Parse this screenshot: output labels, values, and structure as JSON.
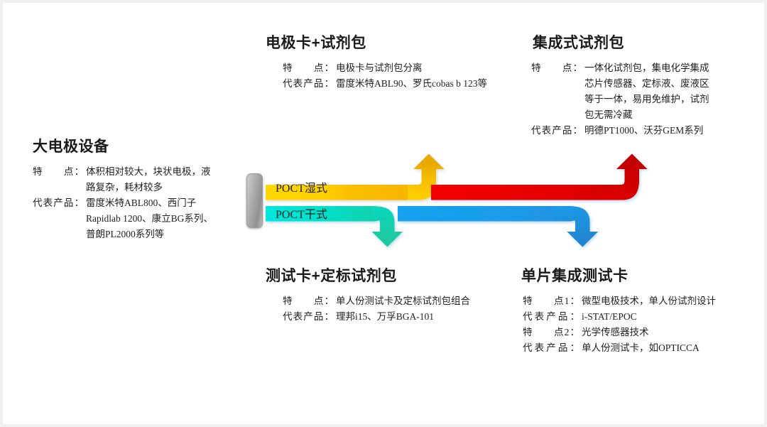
{
  "slide": {
    "background": "#ffffff",
    "border_color": "#f0f0f0"
  },
  "pipes": [
    {
      "key": "wet",
      "label": "POCT湿式",
      "start_color": "#ffd500",
      "end_color": "#e00000",
      "branch_up_color": "#ffc000",
      "branch_up_target": "电极卡+试剂包",
      "branch_end_color": "#c00000",
      "branch_end_target": "集成式试剂包"
    },
    {
      "key": "dry",
      "label": "POCT干式",
      "start_color": "#00e5d0",
      "end_color": "#1a9ee8",
      "branch_down_color": "#17cdb0",
      "branch_down_target": "测试卡+定标试剂包",
      "branch_end_color": "#1f95e0",
      "branch_end_target": "单片集成测试卡"
    }
  ],
  "blocks": {
    "big_electrode": {
      "title": "大电极设备",
      "rows": [
        {
          "label": "特　　点：",
          "lines": [
            "体积相对较大，块状电极，液",
            "路复杂，耗材较多"
          ]
        },
        {
          "label": "代表产品：",
          "lines": [
            "雷度米特ABL800、西门子",
            "Rapidlab 1200、康立BG系列、",
            "普朗PL2000系列等"
          ]
        }
      ]
    },
    "electrode_card": {
      "title": "电极卡+试剂包",
      "rows": [
        {
          "label": "特　　点：",
          "lines": [
            "电极卡与试剂包分离"
          ]
        },
        {
          "label": "代表产品：",
          "lines": [
            "雷度米特ABL90、罗氏cobas b 123等"
          ]
        }
      ]
    },
    "integrated_pack": {
      "title": "集成式试剂包",
      "rows": [
        {
          "label": "特　　点：",
          "lines": [
            "一体化试剂包，集电化学集成",
            "芯片传感器、定标液、废液区",
            "等于一体，易用免维护，试剂",
            "包无需冷藏"
          ]
        },
        {
          "label": "代表产品：",
          "lines": [
            "明德PT1000、沃芬GEM系列"
          ]
        }
      ]
    },
    "test_card": {
      "title": "测试卡+定标试剂包",
      "rows": [
        {
          "label": "特　　点：",
          "lines": [
            "单人份测试卡及定标试剂包组合"
          ]
        },
        {
          "label": "代表产品：",
          "lines": [
            "理邦i15、万孚BGA-101"
          ]
        }
      ]
    },
    "single_chip_card": {
      "title": "单片集成测试卡",
      "rows": [
        {
          "label": "特　　点1：",
          "lines": [
            "微型电极技术，单人份试剂设计"
          ]
        },
        {
          "label": "代表产品：",
          "lines": [
            "i-STAT/EPOC"
          ]
        },
        {
          "label": "特　　点2：",
          "lines": [
            "光学传感器技术"
          ]
        },
        {
          "label": "代表产品：",
          "lines": [
            "单人份测试卡，如OPTICCA"
          ]
        }
      ]
    }
  }
}
